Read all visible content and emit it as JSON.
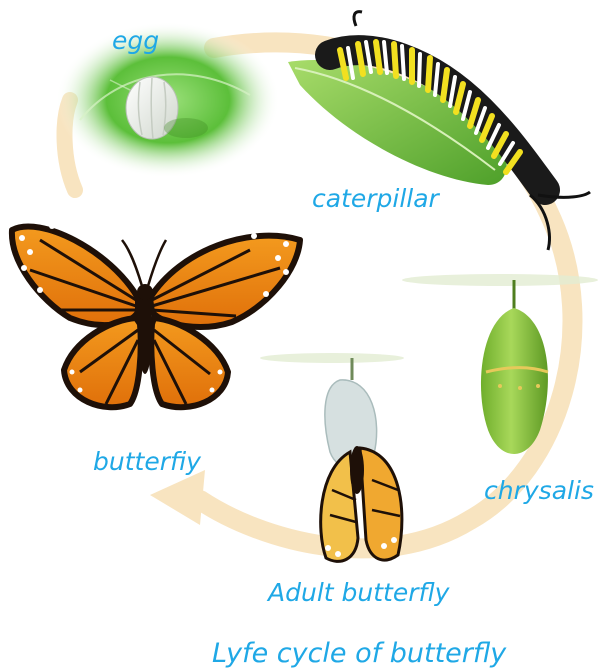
{
  "labels": {
    "egg": "egg",
    "caterpillar": "caterpillar",
    "chrysalis": "chrysalis",
    "butterfly": "butterfiy",
    "adult": "Adult butterfly"
  },
  "caption": "Lyfe cycle of butterfly",
  "colors": {
    "label_text": "#1fa8e6",
    "cycle_arrow": "#f8e4c0",
    "leaf_green": "#5cbf3a",
    "wing_orange": "#f08a12",
    "wing_black": "#1e1008",
    "chrysalis_green": "#8cc63f"
  },
  "stages": [
    "egg-on-leaf",
    "caterpillar-on-leaf",
    "green-chrysalis",
    "emerging-adult",
    "monarch-butterfly"
  ]
}
